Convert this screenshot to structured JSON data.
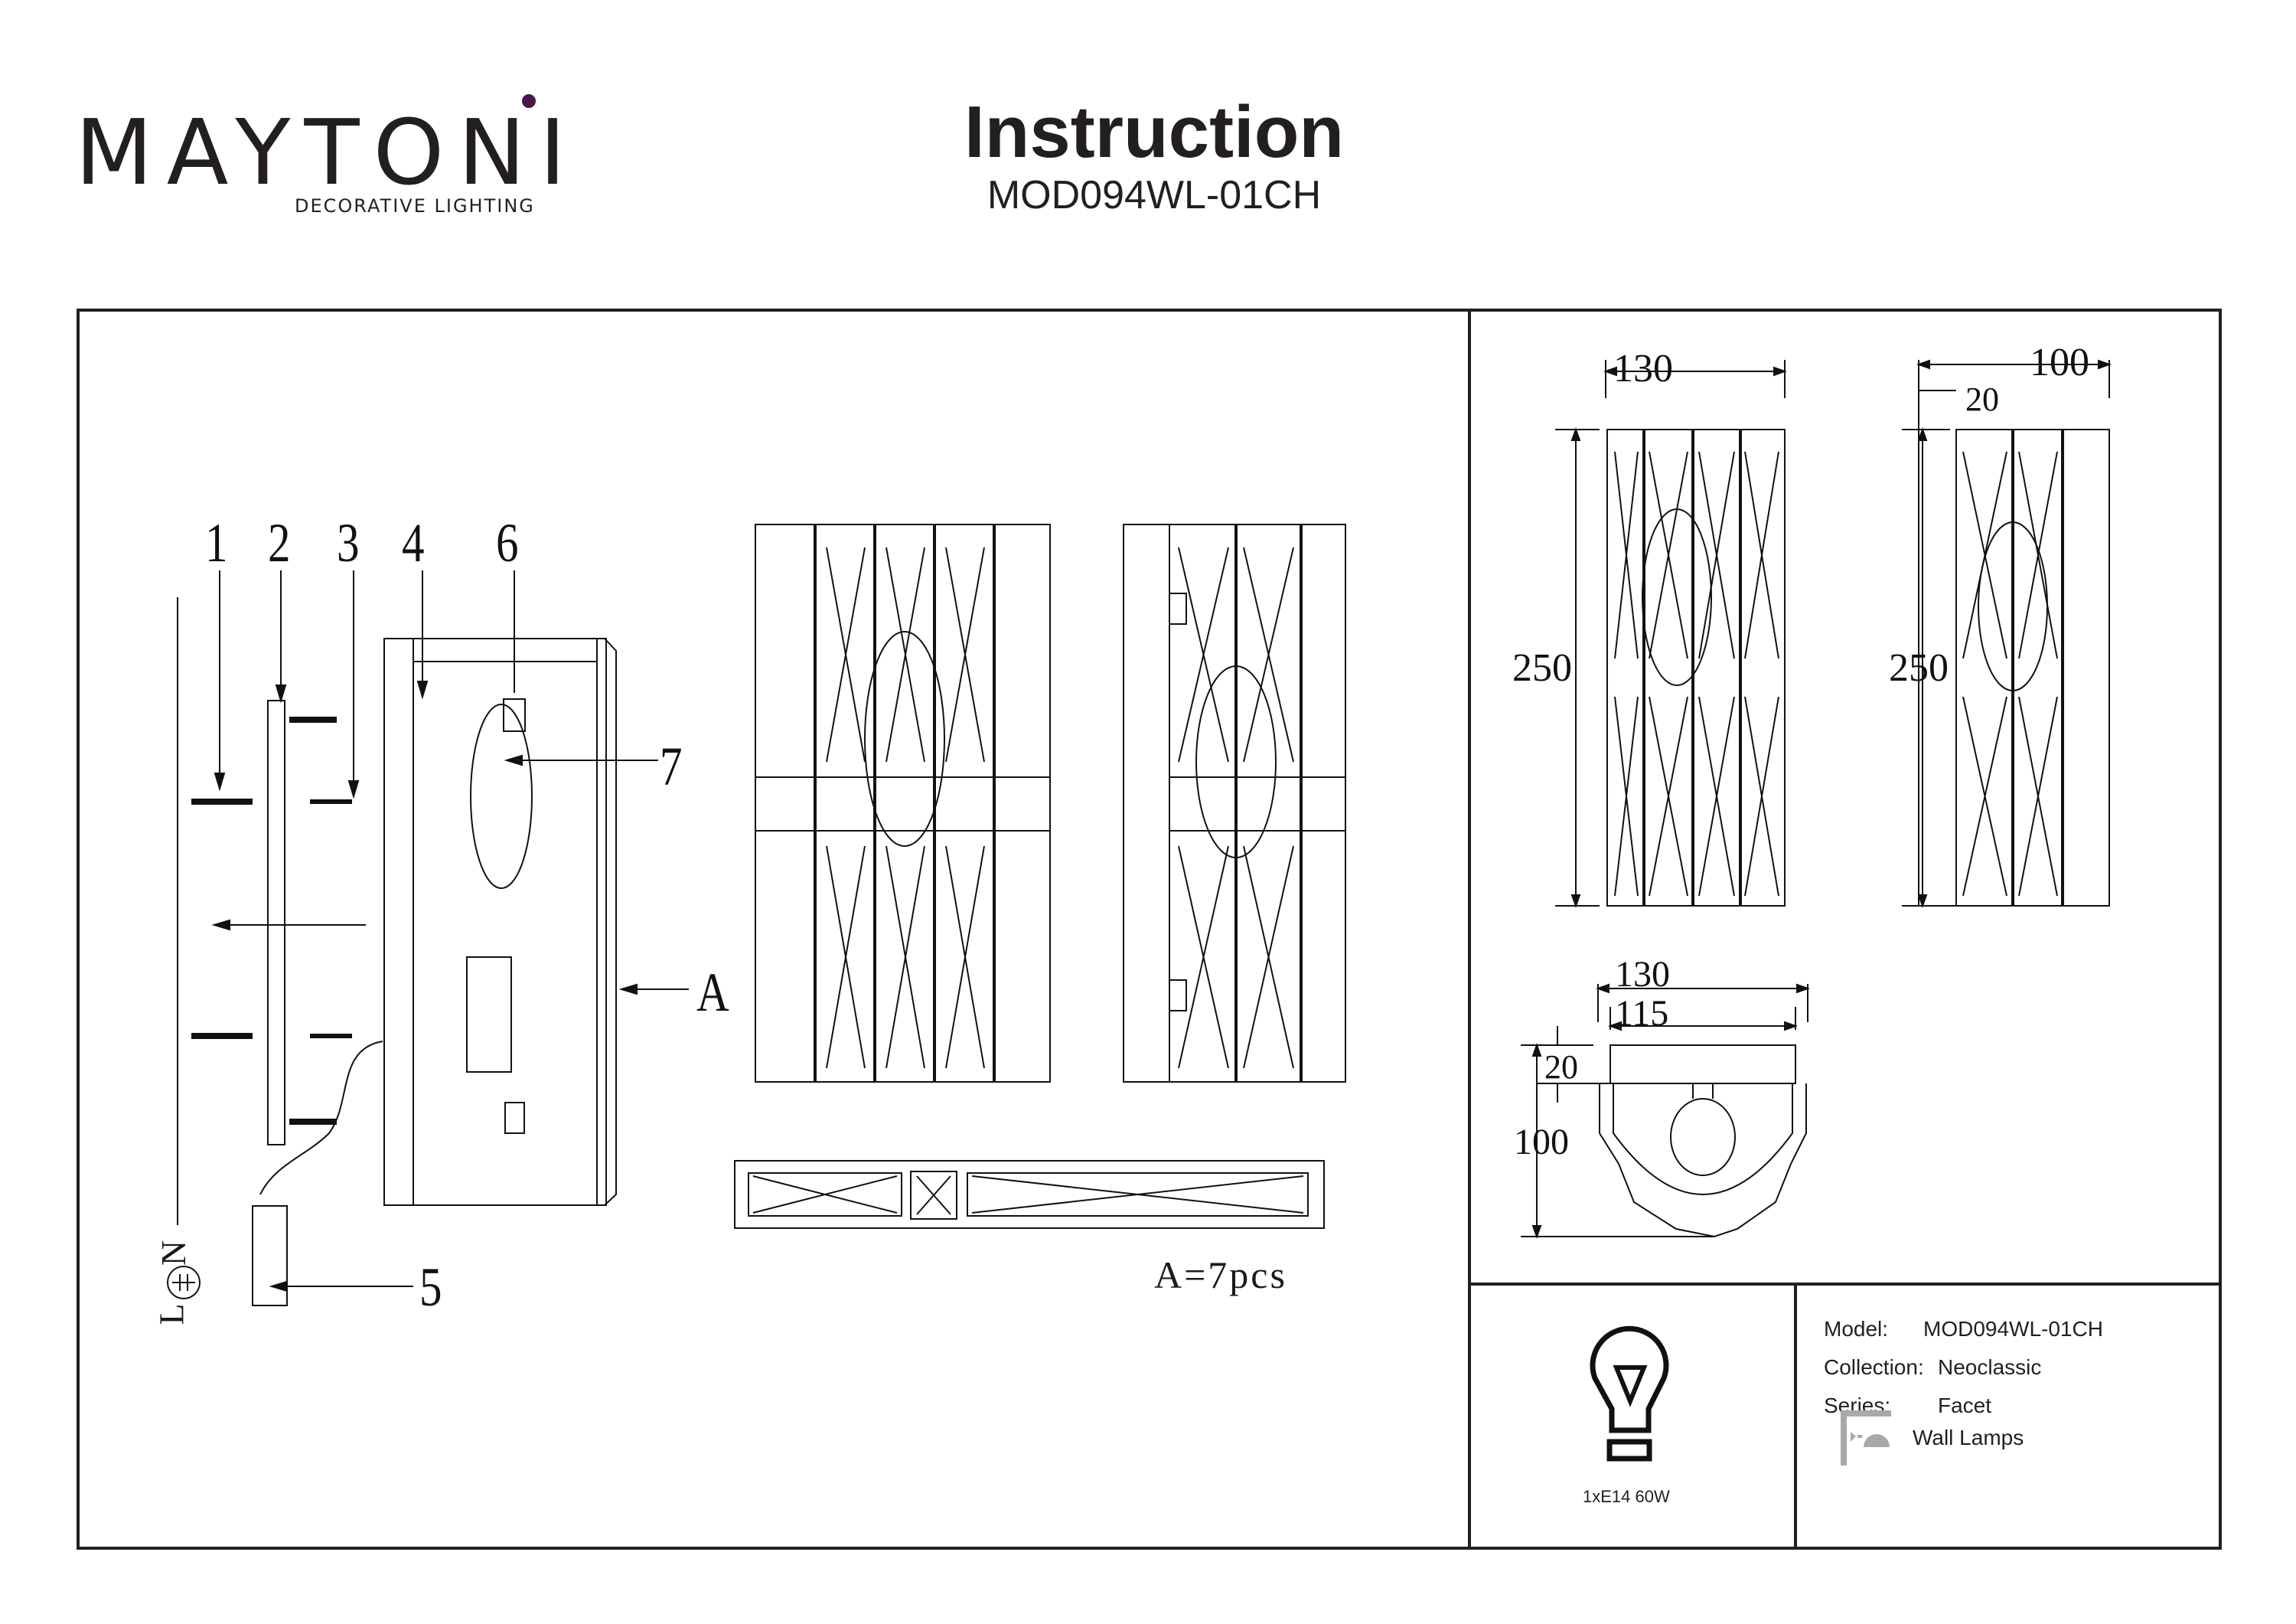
{
  "header": {
    "brand": "MAYTONI",
    "brand_tagline": "DECORATIVE LIGHTING",
    "brand_accent": "#4a1548",
    "title": "Instruction",
    "model_code": "MOD094WL-01CH"
  },
  "assembly": {
    "part_numbers": [
      "1",
      "2",
      "3",
      "4",
      "6",
      "7",
      "5",
      "A"
    ],
    "terminal_labels": [
      "N",
      "L"
    ],
    "ground_symbol": "ground-icon",
    "crystal_count": "A=7pcs"
  },
  "dimensions": {
    "front_width": "130",
    "front_height": "250",
    "side_depth": "100",
    "side_plate": "20",
    "side_height": "250",
    "top_width": "130",
    "top_inner_width": "115",
    "top_plate": "20",
    "top_depth": "100"
  },
  "specs": {
    "bulb": "1xE14 60W",
    "model_label": "Model:",
    "model_value": "MOD094WL-01CH",
    "collection_label": "Collection:",
    "collection_value": "Neoclassic",
    "series_label": "Series:",
    "series_value": "Facet",
    "type_value": "Wall Lamps"
  }
}
